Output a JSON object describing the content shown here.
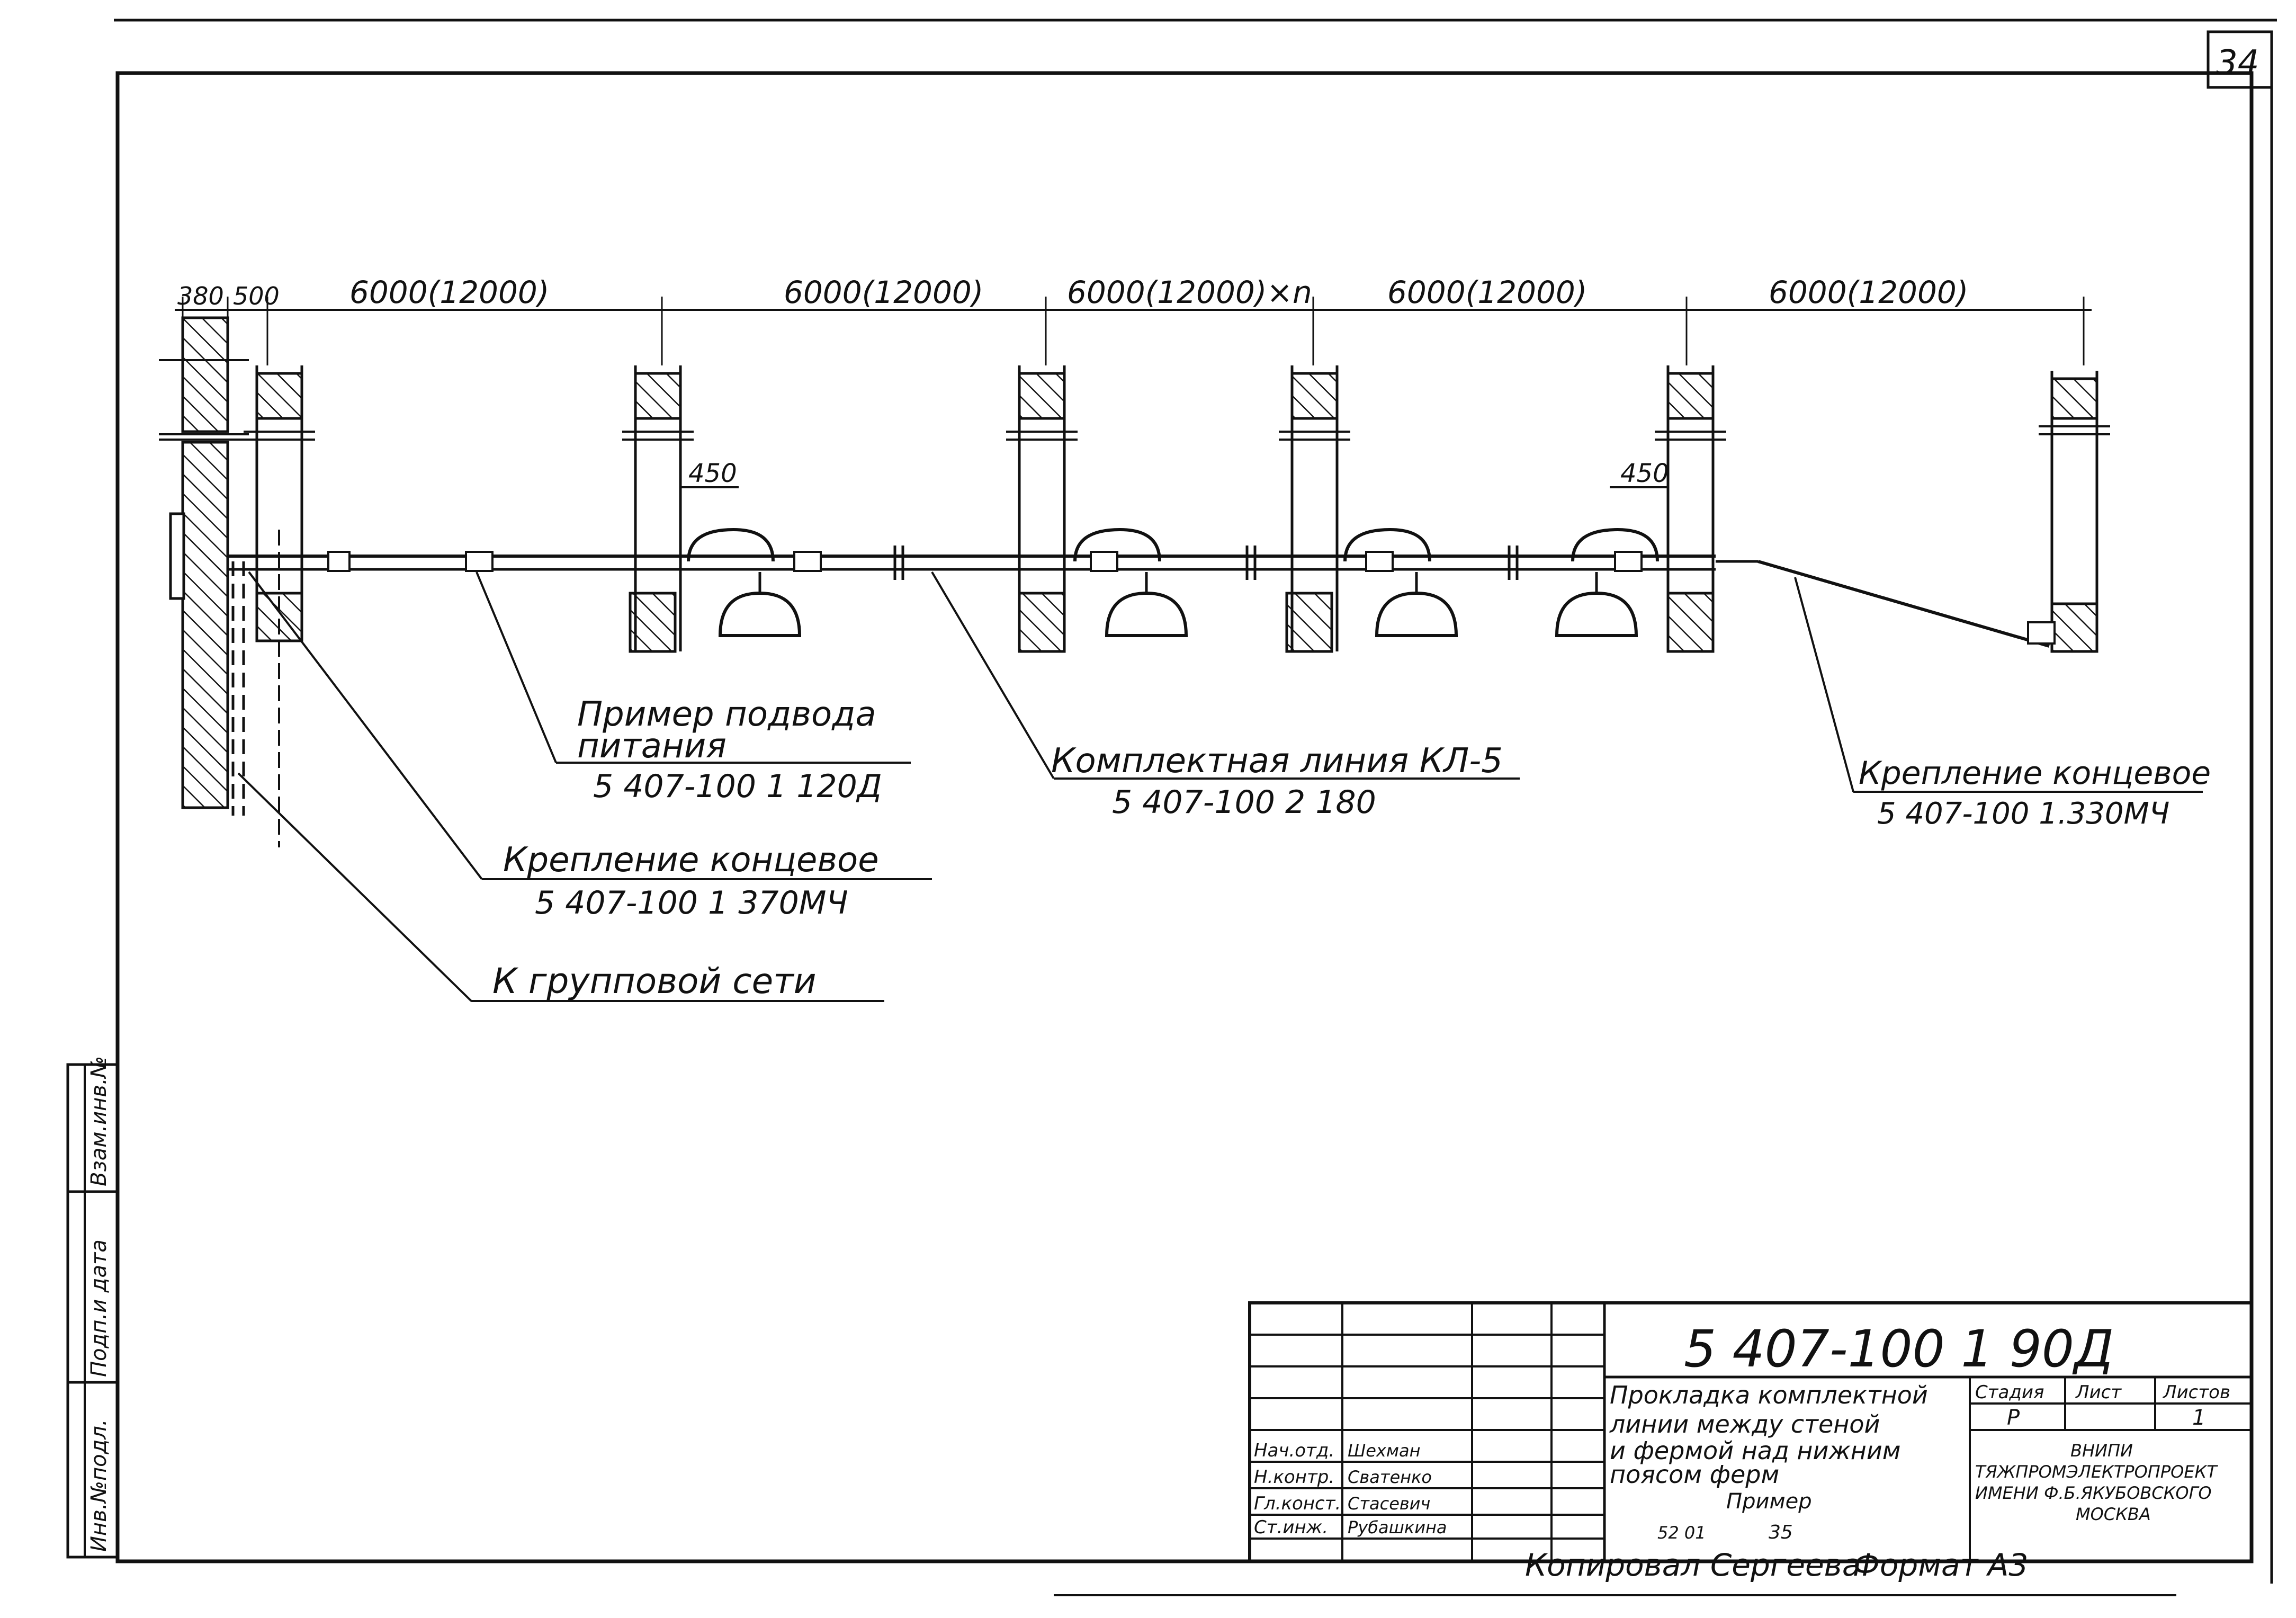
{
  "sheet": {
    "page_number": "34",
    "ink_color": "#111111",
    "paper_color": "#ffffff"
  },
  "dimensions": {
    "d380": "380",
    "d500": "500",
    "span1": "6000(12000)",
    "span2": "6000(12000)",
    "span3": "6000(12000)×n",
    "span4": "6000(12000)",
    "span5": "6000(12000)",
    "offset_left": "450",
    "offset_right": "450"
  },
  "callouts": {
    "power_feed_title_1": "Пример подвода",
    "power_feed_title_2": "питания",
    "power_feed_ref": "5 407-100 1 120Д",
    "line_title": "Комплектная линия КЛ-5",
    "line_ref": "5 407-100 2 180",
    "end_fix_right_title": "Крепление концевое",
    "end_fix_right_ref": "5 407-100 1.330МЧ",
    "end_fix_left_title": "Крепление концевое",
    "end_fix_left_ref": "5 407-100 1 370МЧ",
    "group_net": "К групповой сети"
  },
  "side_stamp": {
    "cells": [
      "Инв.№подл.",
      "Подп.и дата",
      "Взам.инв.№"
    ]
  },
  "title_block": {
    "doc_code": "5 407-100 1 90Д",
    "title_lines": [
      "Прокладка комплектной",
      "линии между стеной",
      "и фермой над нижним",
      "поясом ферм"
    ],
    "title_note": "Пример",
    "col_headers": [
      "Стадия",
      "Лист",
      "Листов"
    ],
    "stage": "Р",
    "sheets_total": "1",
    "org_lines": [
      "ВНИПИ",
      "ТЯЖПРОМЭЛЕКТРОПРОЕКТ",
      "ИМЕНИ Ф.Б.ЯКУБОВСКОГО",
      "МОСКВА"
    ],
    "roles": [
      "Нач.отд.",
      "Н.контр.",
      "Гл.конст.",
      "Ст.инж."
    ],
    "names": [
      "Шехман",
      "Сватенко",
      "Стасевич",
      "Рубашкина"
    ],
    "extra_mark": "35",
    "small_note": "52 01"
  },
  "footer": {
    "copied_by": "Копировал Сергеева",
    "format": "Формат А3"
  }
}
